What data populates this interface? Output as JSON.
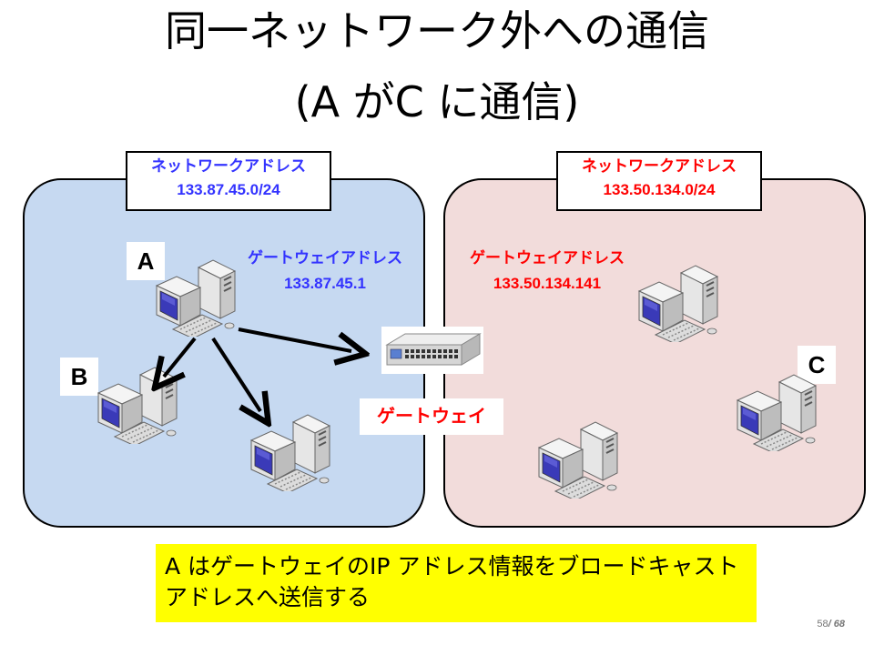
{
  "slide": {
    "title_line1": "同一ネットワーク外への通信",
    "title_line2": "(A がC に通信)"
  },
  "network_a": {
    "box_title": "ネットワークアドレス",
    "address": "133.87.45.0/24",
    "gateway_title": "ゲートウェイアドレス",
    "gateway_address": "133.87.45.1",
    "color": "#3333ff",
    "background": "#c6d9f1"
  },
  "network_c": {
    "box_title": "ネットワークアドレス",
    "address": "133.50.134.0/24",
    "gateway_title": "ゲートウェイアドレス",
    "gateway_address": "133.50.134.141",
    "color": "#ff0000",
    "background": "#f2dcdb"
  },
  "gateway": {
    "label": "ゲートウェイ",
    "icon": "network-switch-icon"
  },
  "hosts": {
    "a": "A",
    "b": "B",
    "c": "C",
    "icon": "computer-icon"
  },
  "note": "A はゲートウェイのIP アドレス情報をブロードキャストアドレスへ送信する",
  "page": {
    "current": "58",
    "total": "/ 68"
  }
}
